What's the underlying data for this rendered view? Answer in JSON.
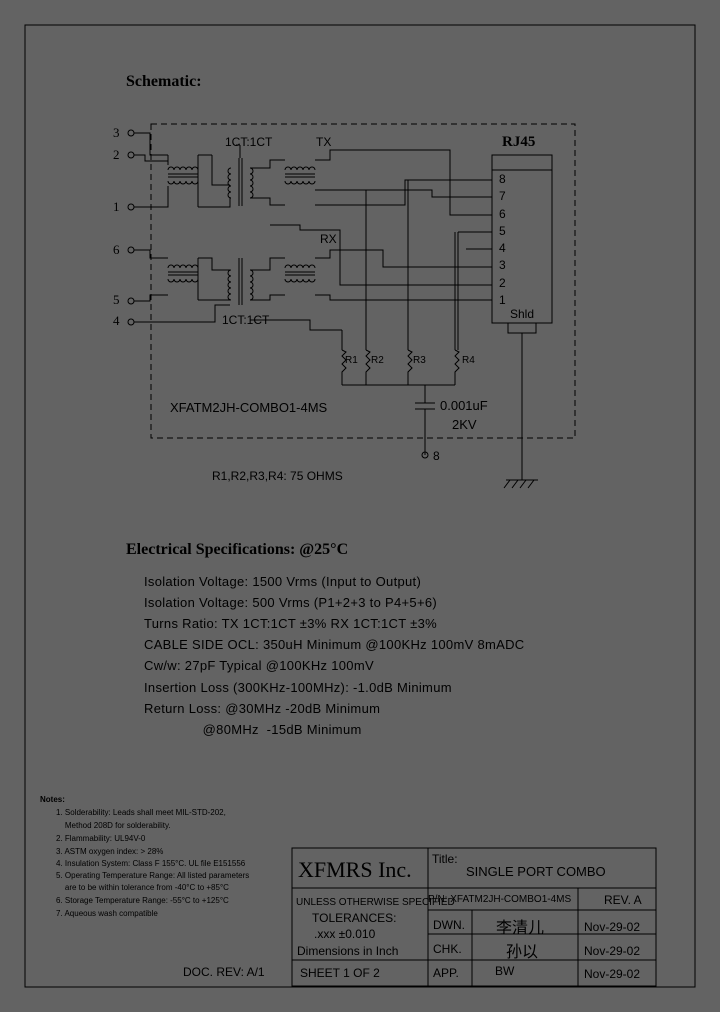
{
  "schematic": {
    "heading": "Schematic:",
    "left_pins": [
      "3",
      "2",
      "1",
      "6",
      "5",
      "4"
    ],
    "ct_top": "1CT:1CT",
    "ct_bottom": "1CT:1CT",
    "tx_label": "TX",
    "rx_label": "RX",
    "rj45_title": "RJ45",
    "rj45_pins": [
      "8",
      "7",
      "6",
      "5",
      "4",
      "3",
      "2",
      "1"
    ],
    "shield_label": "Shld",
    "resistors": [
      "R1",
      "R2",
      "R3",
      "R4"
    ],
    "part_label": "XFATM2JH-COMBO1-4MS",
    "cap_value": "0.001uF",
    "cap_voltage": "2KV",
    "cap_pin": "8",
    "resistor_note": "R1,R2,R3,R4: 75 OHMS"
  },
  "electrical": {
    "heading": "Electrical   Specifications: @25°C",
    "lines": [
      "Isolation Voltage:  1500 Vrms (Input to Output)",
      "Isolation Voltage:  500 Vrms (P1+2+3 to P4+5+6)",
      "Turns Ratio: TX 1CT:1CT ±3%  RX 1CT:1CT ±3%",
      "CABLE SIDE OCL: 350uH Minimum @100KHz 100mV 8mADC",
      "Cw/w: 27pF Typical @100KHz 100mV",
      "Insertion Loss (300KHz-100MHz): -1.0dB Minimum",
      "Return Loss: @30MHz  -20dB Minimum",
      "               @80MHz  -15dB Minimum"
    ]
  },
  "notes": {
    "heading": "Notes:",
    "items": [
      "1. Solderability: Leads shall meet MIL-STD-202,",
      "    Method 208D for solderability.",
      "2. Flammability: UL94V-0",
      "3. ASTM oxygen index: > 28%",
      "4. Insulation System: Class F 155°C. UL file E151556",
      "5. Operating Temperature Range: All listed parameters",
      "    are to be within tolerance from -40°C to +85°C",
      "6. Storage Temperature Range: -55°C to +125°C",
      "7. Aqueous wash compatible"
    ]
  },
  "doc_rev": "DOC. REV: A/1",
  "title_block": {
    "company": "XFMRS Inc.",
    "tol_line1": "UNLESS OTHERWISE SPECIFIED",
    "tol_line2": "TOLERANCES:",
    "tol_line3": ".xxx ±0.010",
    "tol_line4": "Dimensions in Inch",
    "sheet": "SHEET  1  OF  2",
    "title_label": "Title:",
    "title_value": "SINGLE PORT COMBO",
    "pn": "P/N: XFATM2JH-COMBO1-4MS",
    "rev": "REV. A",
    "dwn_label": "DWN.",
    "dwn_sig": "李清儿",
    "dwn_date": "Nov-29-02",
    "chk_label": "CHK.",
    "chk_sig": "孙以",
    "chk_date": "Nov-29-02",
    "app_label": "APP.",
    "app_sig": "BW",
    "app_date": "Nov-29-02"
  }
}
